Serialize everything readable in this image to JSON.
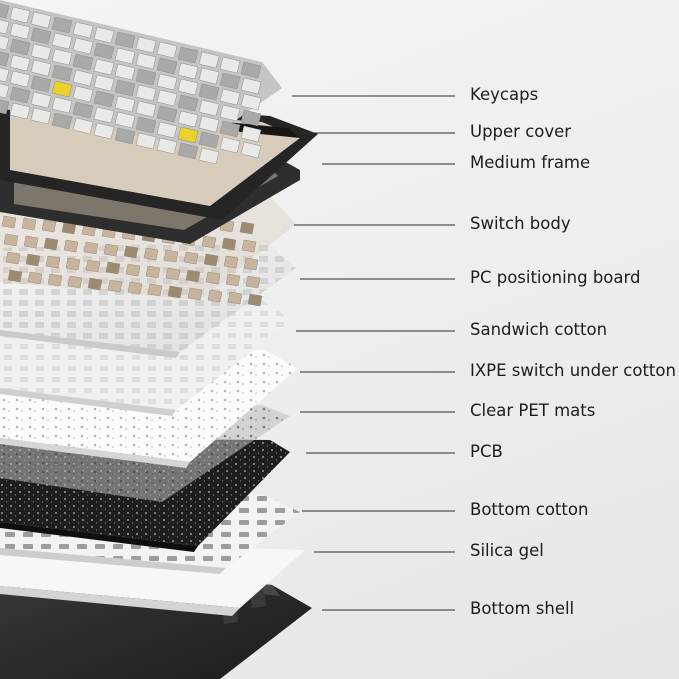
{
  "layers": [
    {
      "id": "keycaps",
      "label": "Keycaps"
    },
    {
      "id": "upper-cover",
      "label": "Upper cover"
    },
    {
      "id": "medium-frame",
      "label": "Medium frame"
    },
    {
      "id": "switch-body",
      "label": "Switch body"
    },
    {
      "id": "pc-positioning-board",
      "label": "PC positioning board"
    },
    {
      "id": "sandwich-cotton",
      "label": "Sandwich cotton"
    },
    {
      "id": "ixpe-switch-under-cotton",
      "label": "IXPE switch under cotton"
    },
    {
      "id": "clear-pet-mats",
      "label": "Clear PET mats"
    },
    {
      "id": "pcb",
      "label": "PCB"
    },
    {
      "id": "bottom-cotton",
      "label": "Bottom cotton"
    },
    {
      "id": "silica-gel",
      "label": "Silica gel"
    },
    {
      "id": "bottom-shell",
      "label": "Bottom shell"
    }
  ],
  "colors": {
    "keycap_light": "#e9e9e7",
    "keycap_gray": "#a9a9a7",
    "keycap_accent_yellow": "#ecd12a",
    "frame_black": "#2a2a2a",
    "switch_tan": "#c8b49a",
    "pcb_black": "#1e1e1e",
    "leader_line": "#2a2a2a"
  }
}
